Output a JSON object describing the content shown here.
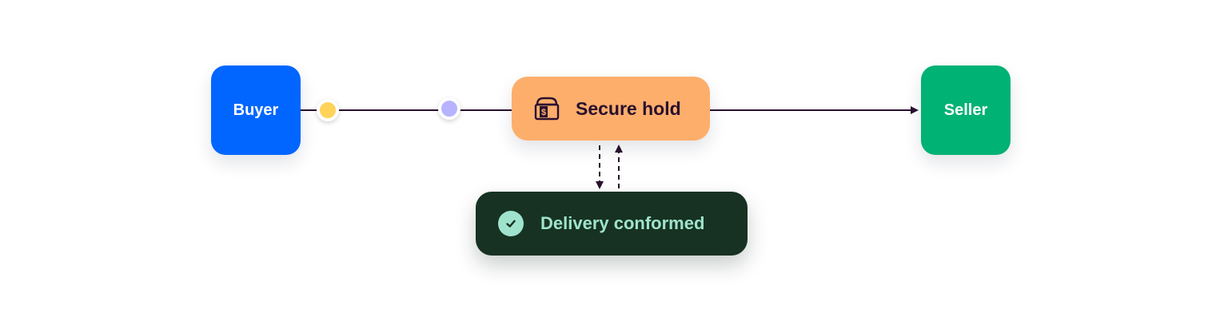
{
  "diagram": {
    "nodes": {
      "buyer": {
        "label": "Buyer",
        "color": "#0066ff",
        "text_color": "#ffffff"
      },
      "secure_hold": {
        "label": "Secure hold",
        "color": "#fdae6b",
        "text_color": "#2a0f2e",
        "icon": "treasure-chest-dollar-icon"
      },
      "seller": {
        "label": "Seller",
        "color": "#00b274",
        "text_color": "#ffffff"
      },
      "delivery": {
        "label": "Delivery conformed",
        "color": "#173222",
        "text_color": "#9fe3cc",
        "icon": "check-circle-icon",
        "icon_color": "#9fe3cc"
      }
    },
    "tokens": [
      {
        "name": "yellow-token",
        "color": "#ffd25a"
      },
      {
        "name": "purple-token",
        "color": "#b7b3ff"
      }
    ],
    "line_color": "#2a0f2e"
  }
}
